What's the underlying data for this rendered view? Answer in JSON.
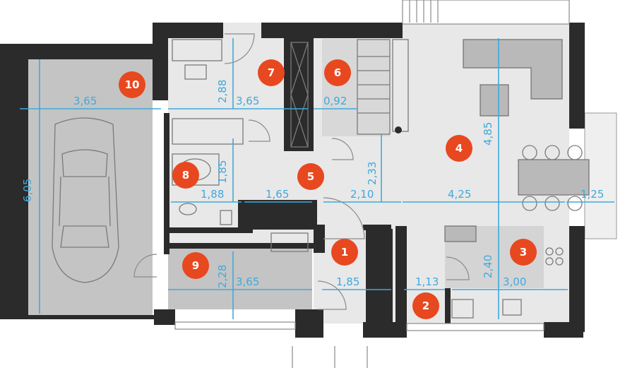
{
  "colors": {
    "wall": "#2b2b2b",
    "floor_light": "#e8e8e8",
    "floor_dark": "#c4c4c4",
    "dimension": "#3fa9dc",
    "badge": "#e8481f",
    "badge_text": "#ffffff"
  },
  "rooms": [
    {
      "id": "1",
      "label": "1"
    },
    {
      "id": "2",
      "label": "2"
    },
    {
      "id": "3",
      "label": "3"
    },
    {
      "id": "4",
      "label": "4"
    },
    {
      "id": "5",
      "label": "5"
    },
    {
      "id": "6",
      "label": "6"
    },
    {
      "id": "7",
      "label": "7"
    },
    {
      "id": "8",
      "label": "8"
    },
    {
      "id": "9",
      "label": "9"
    },
    {
      "id": "10",
      "label": "10"
    }
  ],
  "dimensions": {
    "garage_width": "3,65",
    "garage_length": "6,05",
    "room7_width": "3,65",
    "room7_depth": "2,88",
    "room6_width": "0,92",
    "room8_depth": "1,85",
    "room8_width": "1,88",
    "hall_width": "1,65",
    "hall_depth": "2,33",
    "hall_span": "2,10",
    "living_width": "4,25",
    "living_depth": "4,85",
    "terrace_width": "1,25",
    "room9_width": "3,65",
    "room9_depth": "2,28",
    "room1_width": "1,85",
    "room2_width": "1,13",
    "kitchen_width": "3,00",
    "kitchen_depth": "2,40"
  },
  "icons": [
    "car-icon",
    "desk-chair-icon",
    "sofa-icon",
    "dining-table-icon",
    "stove-icon",
    "sink-icon",
    "toilet-icon",
    "bathtub-icon",
    "washing-machine-icon",
    "stairs-icon"
  ]
}
